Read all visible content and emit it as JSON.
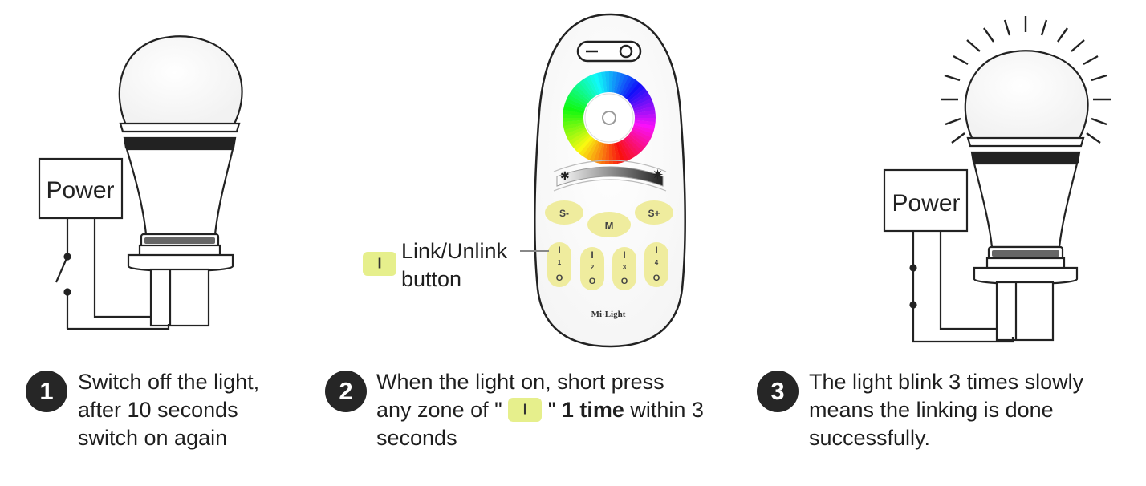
{
  "steps": [
    {
      "number": "1",
      "lines": [
        "Switch off the light,",
        "after 10 seconds",
        "switch on again"
      ]
    },
    {
      "number": "2",
      "line1": "When the light on, short press",
      "line2_before": "any zone of \"",
      "zone_glyph": "I",
      "line2_after_quote": "\"",
      "line2_bold": "1 time",
      "line2_end": "within 3",
      "line3": "seconds"
    },
    {
      "number": "3",
      "lines": [
        "The light blink 3 times slowly",
        "means the linking is done",
        "successfully."
      ]
    }
  ],
  "power_label": "Power",
  "callout": {
    "glyph": "I",
    "lines": [
      "Link/Unlink",
      "button"
    ]
  },
  "remote": {
    "brand": "Mi·Light",
    "buttons_top": [
      "S-",
      "M",
      "S+"
    ],
    "zones": [
      {
        "top": "I",
        "num": "1",
        "bottom": "O"
      },
      {
        "top": "I",
        "num": "2",
        "bottom": "O"
      },
      {
        "top": "I",
        "num": "3",
        "bottom": "O"
      },
      {
        "top": "I",
        "num": "4",
        "bottom": "O"
      }
    ]
  },
  "colors": {
    "button_yellow": "#efec9e",
    "highlight": "#e6ef8c",
    "line": "#2a2a2a",
    "circle": "#262626"
  }
}
